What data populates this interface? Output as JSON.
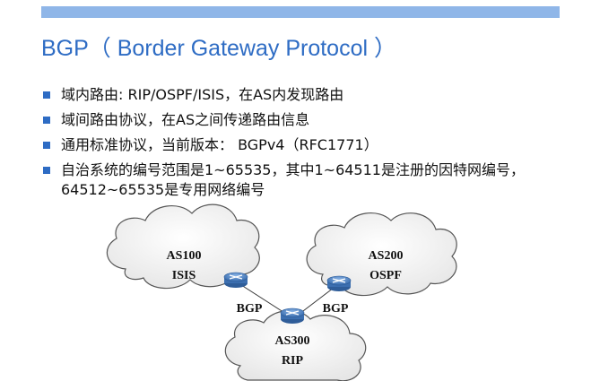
{
  "title": "BGP（ Border Gateway Protocol ）",
  "bullets": [
    "域内路由: RIP/OSPF/ISIS，在AS内发现路由",
    "域间路由协议，在AS之间传递路由信息",
    "通用标准协议，当前版本： BGPv4（RFC1771）",
    "自治系统的编号范围是1~65535，其中1~64511是注册的因特网编号，64512~65535是专用网络编号"
  ],
  "diagram": {
    "as100": {
      "name": "AS100",
      "protocol": "ISIS"
    },
    "as200": {
      "name": "AS200",
      "protocol": "OSPF"
    },
    "as300": {
      "name": "AS300",
      "protocol": "RIP"
    },
    "link_left": "BGP",
    "link_right": "BGP"
  },
  "colors": {
    "title": "#2e6cc4",
    "bar": "#8fb6e8",
    "router": "#4a7fc0"
  }
}
